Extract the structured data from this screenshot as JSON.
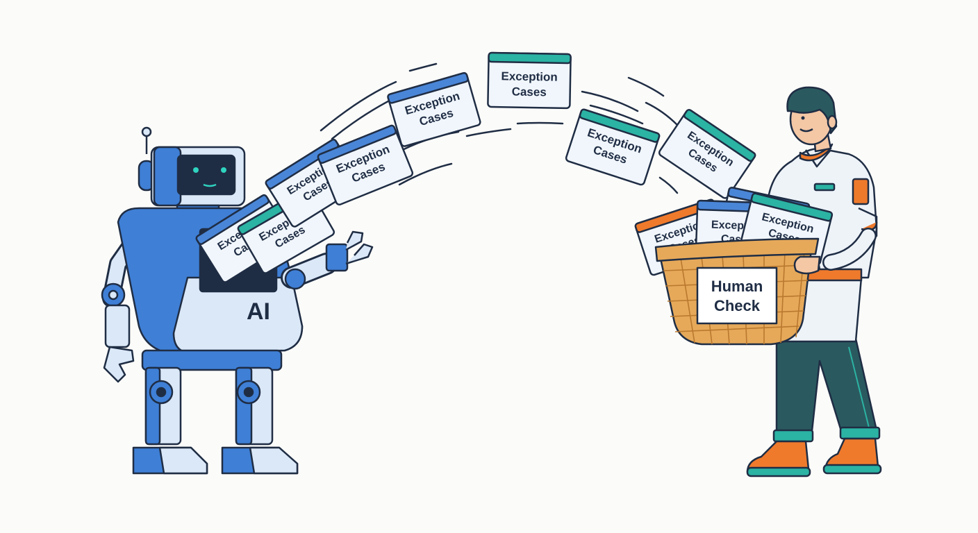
{
  "colors": {
    "background": "#fbfbf9",
    "outline": "#1f2d44",
    "robot_blue": "#3f7fd6",
    "robot_light": "#dbe8f8",
    "card_fill": "#f1f6fc",
    "card_tab_blue": "#4a86d8",
    "card_tab_teal": "#2bb3a3",
    "card_tab_orange": "#ef7a2c",
    "human_teal": "#2a5a5f",
    "human_orange": "#ef7a2c",
    "basket": "#e6a95a"
  },
  "robot": {
    "chest_label": "AI"
  },
  "card": {
    "line1": "Exception",
    "line2": "Cases"
  },
  "basket": {
    "sign_line1": "Human",
    "sign_line2": "Check"
  },
  "icons": [
    "robot-figure",
    "document-card",
    "basket",
    "person-figure"
  ]
}
